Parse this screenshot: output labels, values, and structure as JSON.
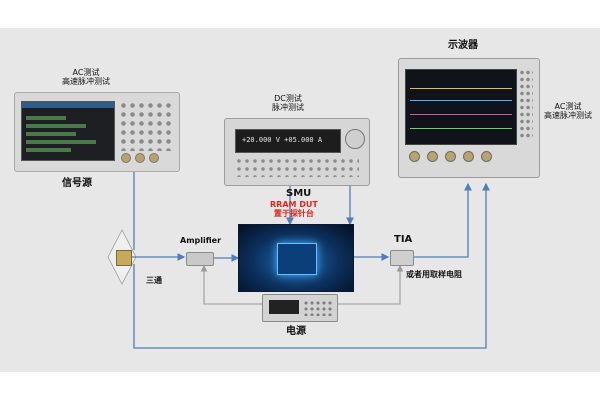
{
  "labels": {
    "sig_gen_title": "AC测试\n高速脉冲测试",
    "sig_gen": "信号源",
    "dc_title": "DC测试\n脉冲测试",
    "smu": "SMU",
    "smu_display": "+20.000 V  +05.000 A",
    "scope": "示波器",
    "scope_title": "AC测试\n高速脉冲测试",
    "dut": "RRAM DUT\n置于探针台",
    "amplifier": "Amplifier",
    "tee": "三通",
    "tia": "TIA",
    "tia_alt": "或者用取样电阻",
    "power": "电源"
  },
  "colors": {
    "wire": "#4e7fb5",
    "wire_gray": "#9a9a9a",
    "dut_text": "#e0261c",
    "panel": "#e7e7e7"
  }
}
